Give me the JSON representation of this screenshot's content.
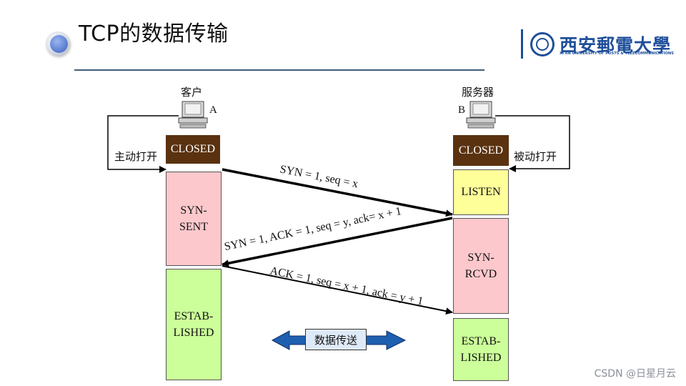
{
  "slide": {
    "title": "TCP的数据传输"
  },
  "logo": {
    "name_cn": "西安郵電大學",
    "name_en": "XI'AN UNIVERSITY OF POSTS & TELECOMMUNICATIONS"
  },
  "client": {
    "label": "客户",
    "letter": "A",
    "active_open_label": "主动打开",
    "states": {
      "closed": "CLOSED",
      "syn_sent_1": "SYN-",
      "syn_sent_2": "SENT",
      "established_1": "ESTAB-",
      "established_2": "LISHED"
    }
  },
  "server": {
    "label": "服务器",
    "letter": "B",
    "passive_open_label": "被动打开",
    "states": {
      "closed": "CLOSED",
      "listen": "LISTEN",
      "syn_rcvd_1": "SYN-",
      "syn_rcvd_2": "RCVD",
      "established_1": "ESTAB-",
      "established_2": "LISHED"
    }
  },
  "messages": {
    "first": "SYN = 1, seq = x",
    "second": "SYN = 1, ACK = 1, seq = y, ack= x + 1",
    "third": "ACK = 1, seq = x + 1, ack = y + 1"
  },
  "data_transfer_label": "数据传送",
  "colors": {
    "closed": "#5a3210",
    "syn_state": "#fcc8cc",
    "established": "#ccff9a",
    "listen": "#ffff9a",
    "data_arrow": "#1f5fb0",
    "accent_rule": "#3f5f7a"
  },
  "icons": {
    "title_bullet": "sphere-bullet-icon",
    "computer": "computer-icon",
    "seal": "university-seal-icon"
  },
  "watermark": "CSDN @日星月云"
}
